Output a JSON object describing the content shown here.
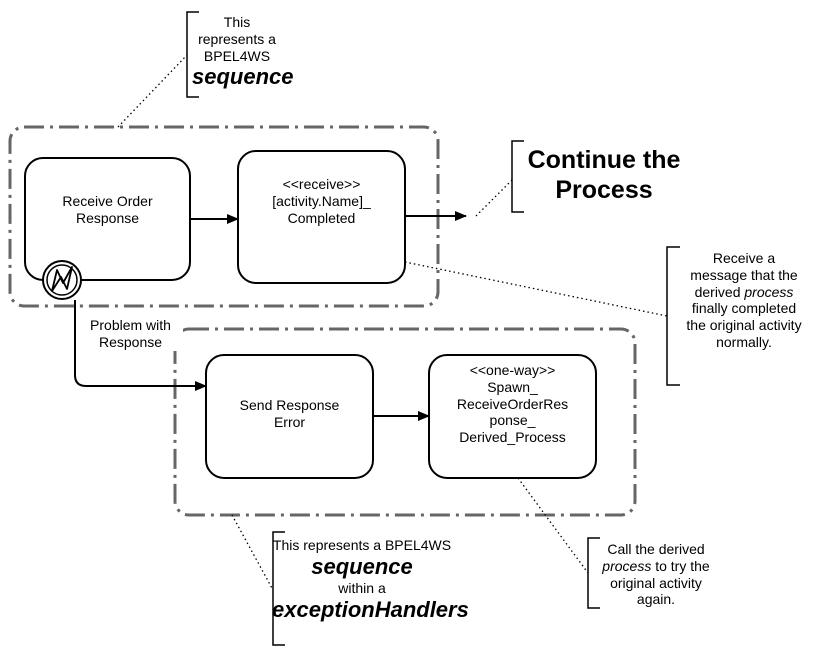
{
  "top_annotation": {
    "line1": "This represents a",
    "line2": "BPEL4WS",
    "line3": "sequence"
  },
  "continue_label": {
    "line1": "Continue the",
    "line2": "Process"
  },
  "tasks": {
    "receive_order": {
      "line1": "Receive Order",
      "line2": "Response"
    },
    "receive_completed": {
      "line1": "<<receive>>",
      "line2": "[activity.Name]_",
      "line3": "Completed"
    },
    "send_error": {
      "line1": "Send Response",
      "line2": "Error"
    },
    "spawn": {
      "line1": "<<one-way>>",
      "line2": "Spawn_",
      "line3": "ReceiveOrderRes",
      "line4": "ponse_",
      "line5": "Derived_Process"
    }
  },
  "exception_label": {
    "line1": "Problem with",
    "line2": "Response"
  },
  "right_annotation": {
    "line1": "Receive a",
    "line2": "message that the",
    "line3_pre": "derived ",
    "line3_it": "process",
    "line4": "finally completed",
    "line5": "the original activity",
    "line6": "normally."
  },
  "bottom_annotation": {
    "line1": "This represents a BPEL4WS",
    "line2": "sequence",
    "line3": "within a",
    "line4": "exceptionHandlers"
  },
  "call_annotation": {
    "line1": "Call the derived",
    "line2_it": "process",
    "line2_post": " to try the",
    "line3": "original activity",
    "line4": "again."
  }
}
